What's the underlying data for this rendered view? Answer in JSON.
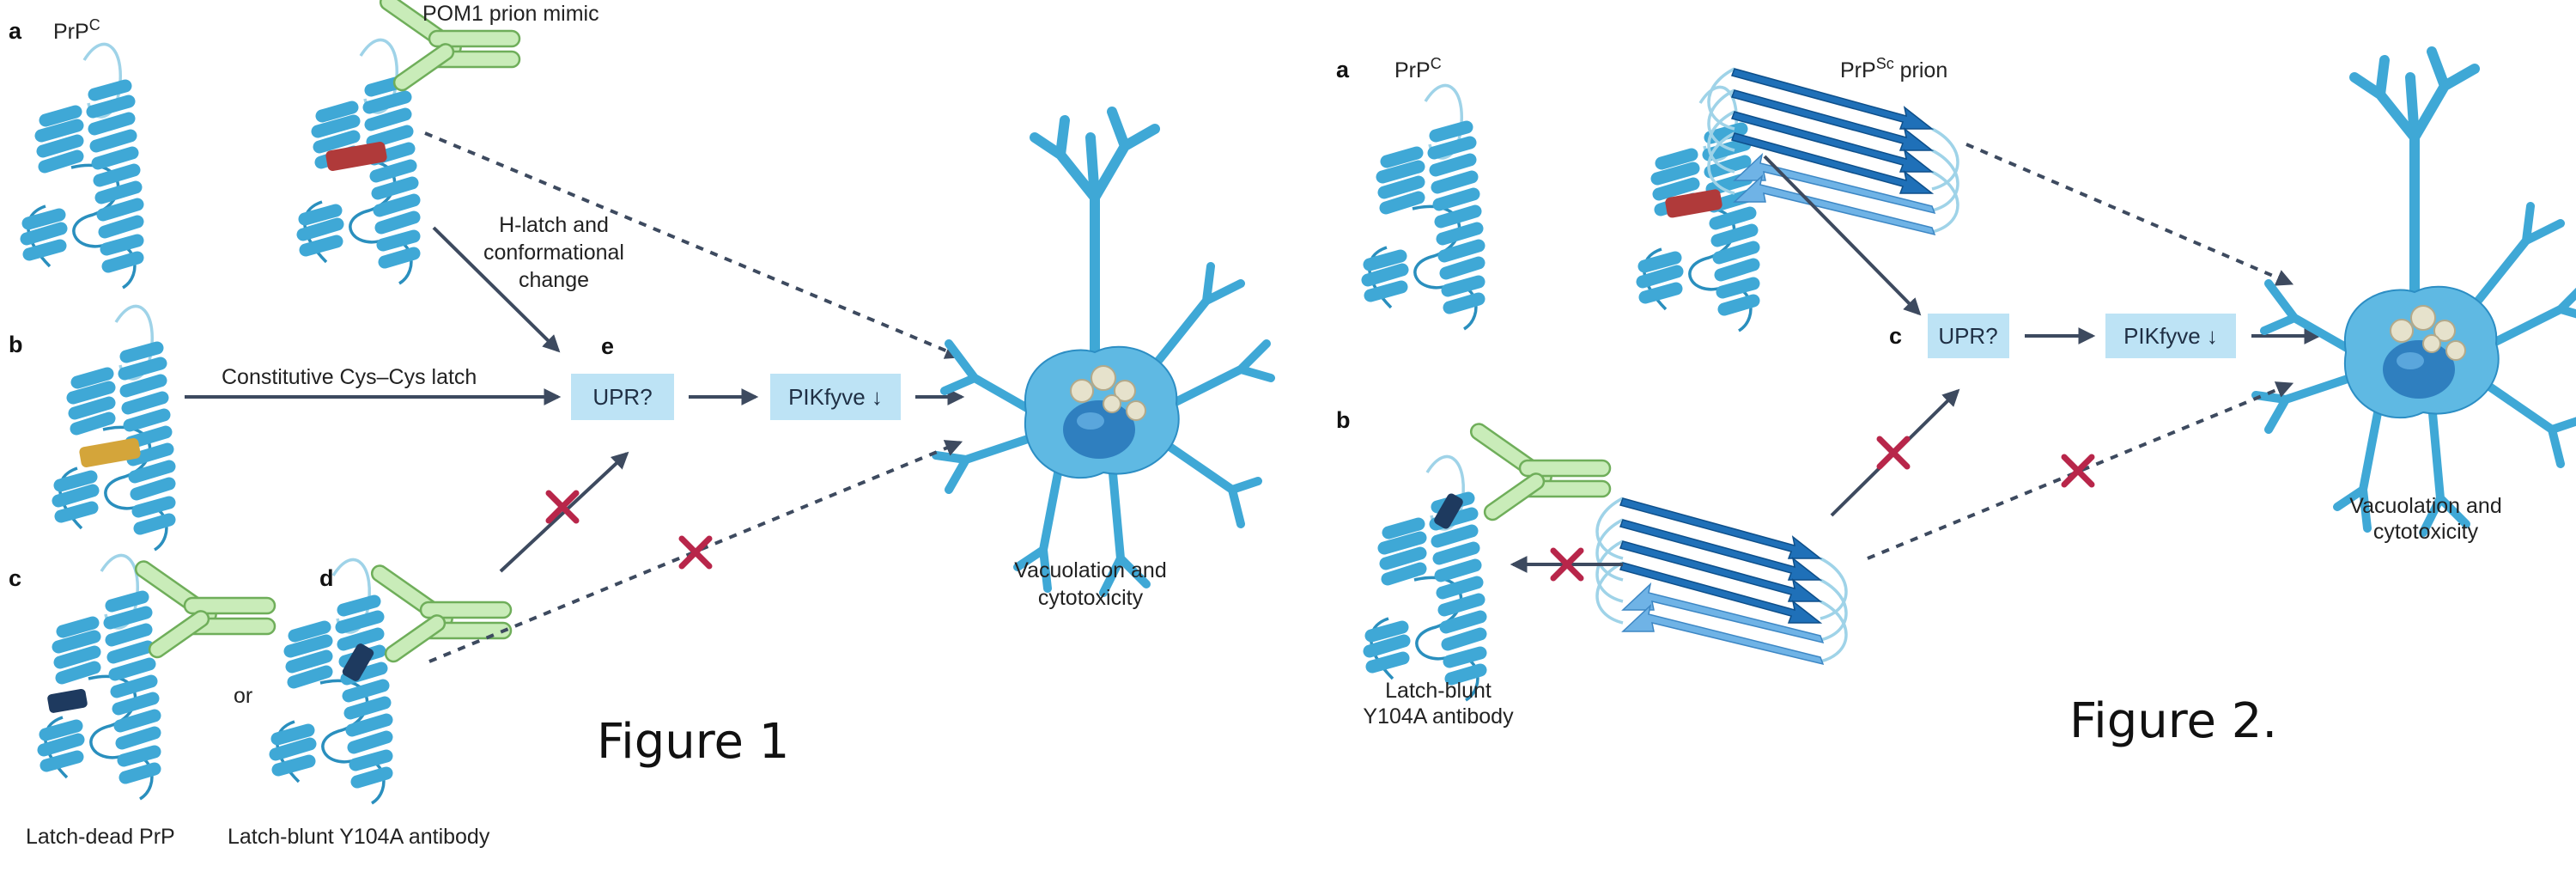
{
  "figure1": {
    "title": "Figure 1",
    "panels": {
      "a": "a",
      "b": "b",
      "c": "c",
      "d": "d",
      "e": "e"
    },
    "prpc_base": "PrP",
    "prpc_sup": "C",
    "pom1_label": "POM1 prion mimic",
    "hlatch_line1": "H-latch and",
    "hlatch_line2": "conformational",
    "hlatch_line3": "change",
    "cys_latch": "Constitutive Cys–Cys latch",
    "upr": "UPR?",
    "pikfyve": "PIKfyve ↓",
    "or": "or",
    "latch_dead": "Latch-dead PrP",
    "latch_blunt": "Latch-blunt Y104A antibody",
    "outcome_line1": "Vacuolation and",
    "outcome_line2": "cytotoxicity"
  },
  "figure2": {
    "title": "Figure 2.",
    "panels": {
      "a": "a",
      "b": "b",
      "c": "c"
    },
    "prpc_base": "PrP",
    "prpc_sup": "C",
    "prpsc_base": "PrP",
    "prpsc_sup": "Sc",
    "prpsc_suffix": " prion",
    "upr": "UPR?",
    "pikfyve": "PIKfyve ↓",
    "antibody_line1": "Latch-blunt",
    "antibody_line2": "Y104A antibody",
    "outcome_line1": "Vacuolation and",
    "outcome_line2": "cytotoxicity"
  },
  "colors": {
    "helix": "#3fa8d6",
    "antibody": "#c9ecb9",
    "latch_red": "#b03a3a",
    "latch_gold": "#d4a53a",
    "latch_dark": "#1e3a5f",
    "box": "#bde3f5",
    "cross": "#b8264a",
    "arrow": "#3d4a5f"
  }
}
